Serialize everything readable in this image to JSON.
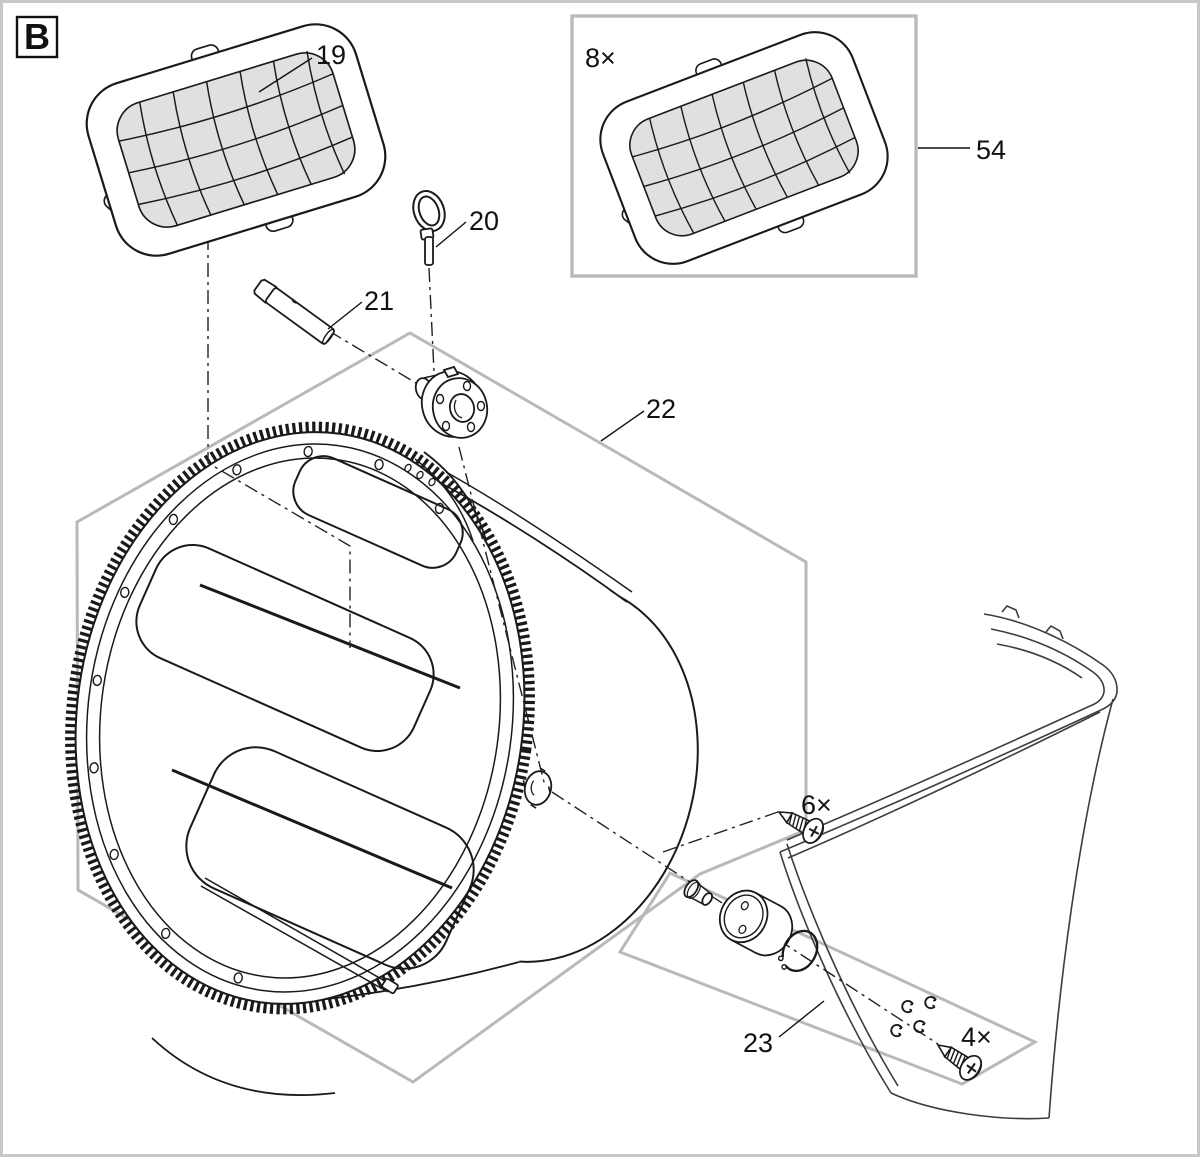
{
  "figure": {
    "view_label": "B",
    "type": "exploded-parts-diagram",
    "colors": {
      "background": "#ffffff",
      "line": "#1a1a1a",
      "boundary_gray": "#b9b9b9",
      "mesh_fill": "#e0e0e0",
      "border": "#c8c8c8"
    }
  },
  "callouts": {
    "c19": "19",
    "c20": "20",
    "c21": "21",
    "c22": "22",
    "c23": "23",
    "c54": "54"
  },
  "quantities": {
    "q54": "8×",
    "q6": "6×",
    "q4": "4×"
  },
  "parts": {
    "p19": "mesh lid panel",
    "p20": "ring pull pin",
    "p21": "axle pin",
    "p22": "drum with gear ring",
    "p23": "bearing bush with retaining ring",
    "p54": "spare mesh panel pack"
  }
}
